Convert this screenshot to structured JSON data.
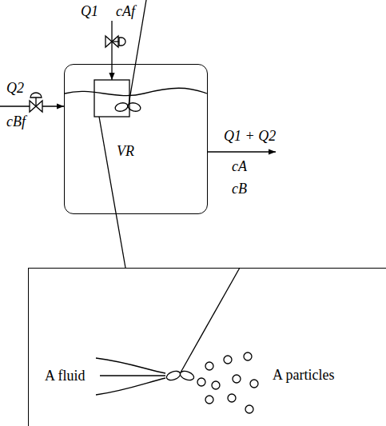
{
  "diagram": {
    "nodes": [
      {
        "text": [
          "VR"
        ]
      },
      {
        "text": [
          "A fluid",
          "A particles"
        ]
      }
    ],
    "labels": [
      "Q1",
      "cAf",
      "Q2",
      "cBf",
      "Q1 + Q2",
      "cA",
      "cB"
    ]
  }
}
